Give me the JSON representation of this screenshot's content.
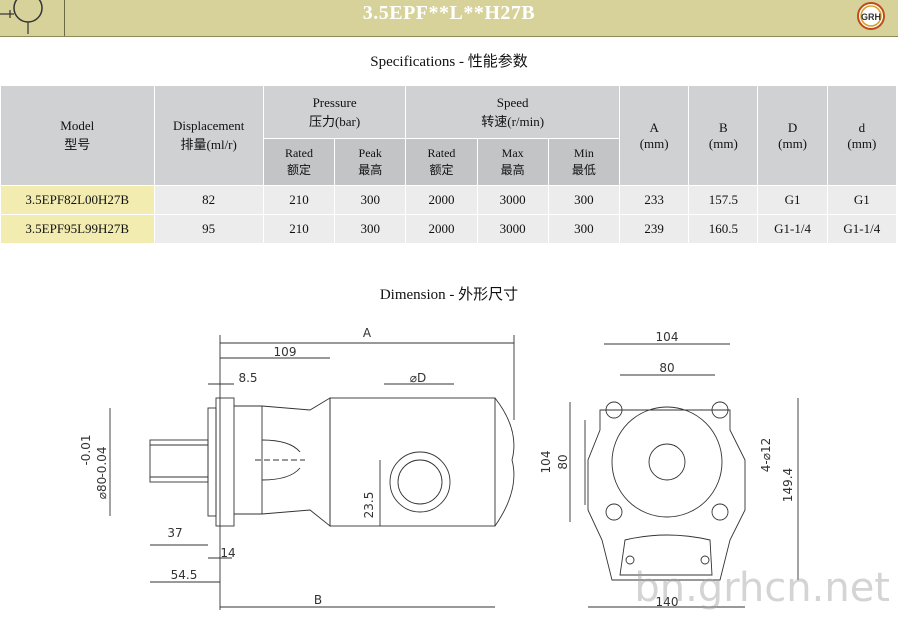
{
  "header": {
    "title": "3.5EPF**L**H27B",
    "logo_text": "GRH"
  },
  "spec_section": {
    "title": "Specifications - 性能参数"
  },
  "table": {
    "model_en": "Model",
    "model_cn": "型号",
    "disp_en": "Displacement",
    "disp_cn": "排量(ml/r)",
    "pressure_en": "Pressure",
    "pressure_cn": "压力(bar)",
    "speed_en": "Speed",
    "speed_cn": "转速(r/min)",
    "a_label": "A",
    "b_label": "B",
    "d_label": "D",
    "dd_label": "d",
    "mm": "(mm)",
    "rated_en": "Rated",
    "rated_cn": "额定",
    "peak_en": "Peak",
    "peak_cn": "最高",
    "max_en": "Max",
    "max_cn": "最高",
    "min_en": "Min",
    "min_cn": "最低",
    "rows": [
      {
        "model": "3.5EPF82L00H27B",
        "disp": "82",
        "p_rated": "210",
        "p_peak": "300",
        "s_rated": "2000",
        "s_max": "3000",
        "s_min": "300",
        "a": "233",
        "b": "157.5",
        "d": "G1",
        "dd": "G1"
      },
      {
        "model": "3.5EPF95L99H27B",
        "disp": "95",
        "p_rated": "210",
        "p_peak": "300",
        "s_rated": "2000",
        "s_max": "3000",
        "s_min": "300",
        "a": "239",
        "b": "160.5",
        "d": "G1-1/4",
        "dd": "G1-1/4"
      }
    ]
  },
  "dimension_section": {
    "title": "Dimension - 外形尺寸"
  },
  "drawing": {
    "A": "A",
    "B": "B",
    "d109": "109",
    "d85": "8.5",
    "phiD": "⌀D",
    "tol": "-0.01",
    "tol2": "-0.04",
    "phi80": "⌀80",
    "d235": "23.5",
    "d37": "37",
    "d14": "14",
    "d545": "54.5",
    "d104": "104",
    "d80": "80",
    "v104": "104",
    "v80": "80",
    "holes": "4-⌀12",
    "d1494": "149.4",
    "d140": "140"
  },
  "watermark": "bn.grhcn.net"
}
